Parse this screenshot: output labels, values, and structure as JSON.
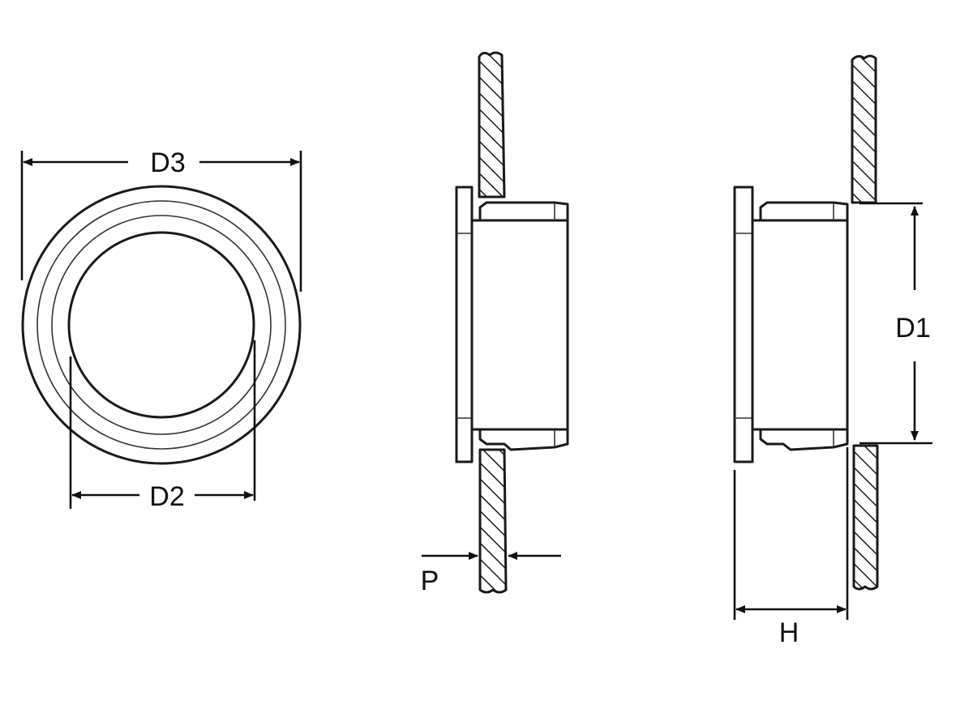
{
  "labels": {
    "d3": "D3",
    "d2": "D2",
    "d1": "D1",
    "p": "P",
    "h": "H"
  },
  "colors": {
    "stroke": "#1a1a1a",
    "background": "#ffffff"
  }
}
